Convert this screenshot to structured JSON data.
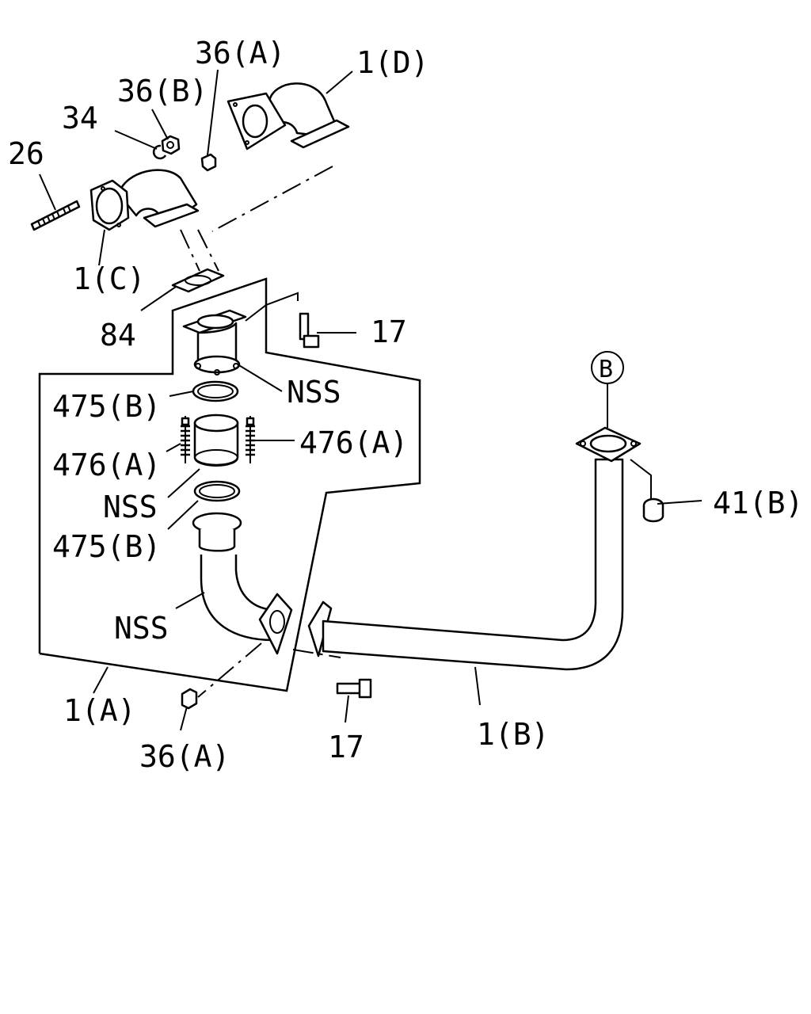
{
  "diagram": {
    "labels": {
      "p36A_top": "36(A)",
      "p36B": "36(B)",
      "p1D": "1(D)",
      "p34": "34",
      "p26": "26",
      "p1C": "1(C)",
      "p84": "84",
      "p17_top": "17",
      "nss_1": "NSS",
      "p475B_top": "475(B)",
      "p476A_left": "476(A)",
      "p476A_right": "476(A)",
      "nss_2": "NSS",
      "p475B_bottom": "475(B)",
      "nss_3": "NSS",
      "p1A": "1(A)",
      "p36A_bottom": "36(A)",
      "p17_bottom": "17",
      "p1B": "1(B)",
      "p41B": "41(B)",
      "callout_B": "B"
    }
  }
}
